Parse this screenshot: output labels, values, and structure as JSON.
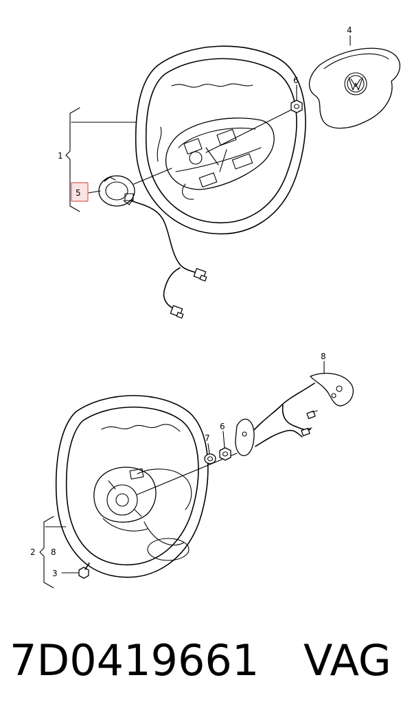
{
  "callouts": {
    "c1": "1",
    "c2": "2",
    "c3": "3",
    "c4": "4",
    "c5": "5",
    "c6a": "6",
    "c6b": "6",
    "c7": "7",
    "c8a": "8",
    "c8b": "8"
  },
  "caption": {
    "part_number": "7D0419661",
    "brand": "VAG"
  },
  "colors": {
    "highlight_border": "#e05a5a",
    "highlight_fill": "#fbe3e3"
  }
}
